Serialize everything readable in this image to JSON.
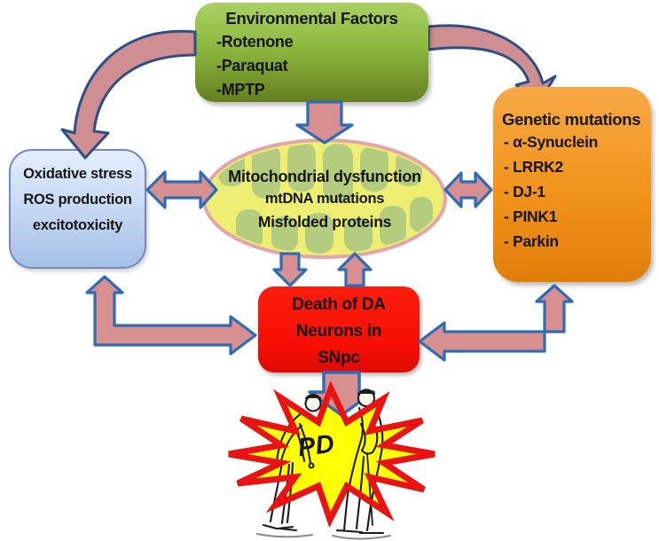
{
  "boxes": {
    "environmental": {
      "title": "Environmental Factors",
      "items": [
        "-Rotenone",
        "-Paraquat",
        "-MPTP"
      ]
    },
    "oxidative": {
      "lines": [
        "Oxidative stress",
        "ROS production",
        "excitotoxicity"
      ]
    },
    "mitochondrial": {
      "lines": [
        "Mitochondrial dysfunction",
        "mtDNA mutations",
        "Misfolded proteins"
      ]
    },
    "genetic": {
      "title": "Genetic mutations",
      "items": [
        "- α-Synuclein",
        "- LRRK2",
        "- DJ-1",
        "- PINK1",
        "- Parkin"
      ]
    },
    "death": {
      "lines": [
        "Death of DA",
        "Neurons in",
        "SNpc"
      ]
    }
  },
  "starburst": {
    "label": "PD"
  },
  "colors": {
    "environmental_green": "#8db83e",
    "oxidative_blue": "#c3d6f1",
    "genetic_orange": "#f1921a",
    "death_red": "#f60f04",
    "mito_yellow": "#eeee73",
    "mito_border_pink": "#e2a6aa",
    "mito_cristae_green": "#a9c680",
    "arrow_fill": "#d7908f",
    "arrow_stroke": "#2e6cb5",
    "star_yellow": "#ffff05",
    "star_red": "#e81313"
  }
}
